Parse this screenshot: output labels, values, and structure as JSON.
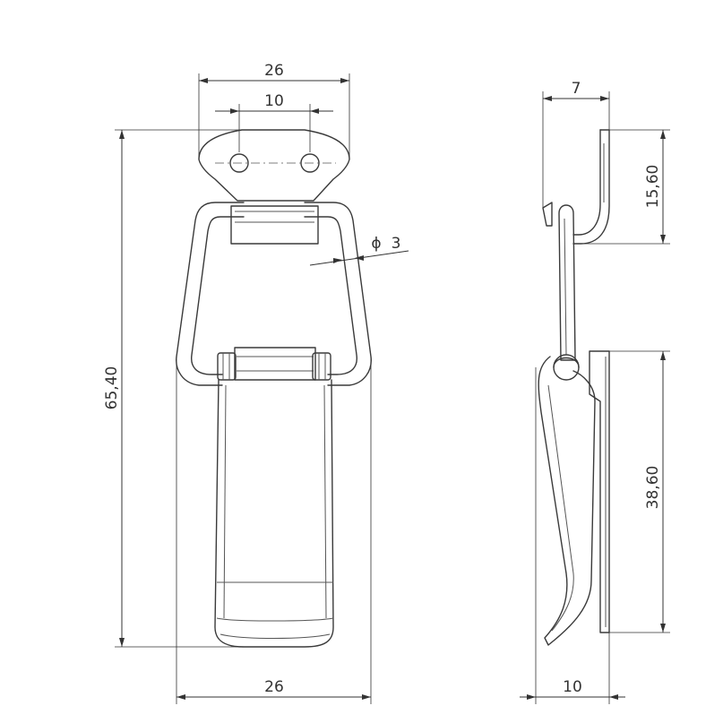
{
  "dimensions": {
    "top_width": "26",
    "hole_spacing": "10",
    "wire_diameter": "3",
    "diameter_symbol": "ϕ",
    "overall_height": "65,40",
    "bottom_width": "26",
    "side_top_offset": "7",
    "side_plate_height": "15,60",
    "side_lower_height": "38,60",
    "side_bottom_depth": "10"
  },
  "colors": {
    "line": "#3a3a3a",
    "background": "#ffffff"
  }
}
